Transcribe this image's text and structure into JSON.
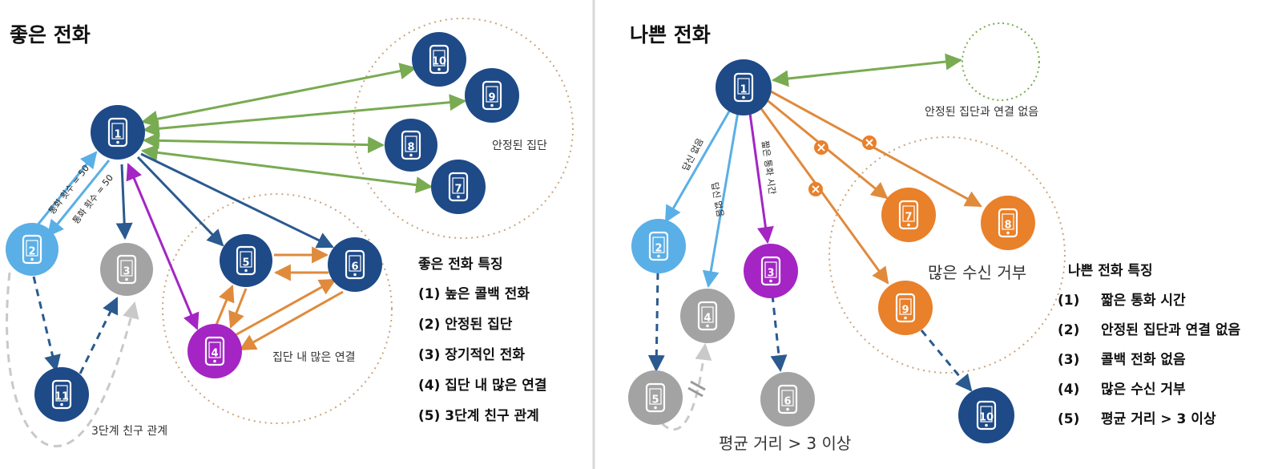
{
  "colors": {
    "navy": "#1e4a87",
    "light_blue": "#5aafe6",
    "gray": "#a3a3a3",
    "purple": "#a425c4",
    "orange": "#e9802a",
    "green_edge": "#79ab52",
    "orange_edge": "#e08a3c",
    "cluster_border": "#c9a57a"
  },
  "good": {
    "title": "좋은 전화",
    "nodes": [
      {
        "id": "1",
        "color": "navy",
        "icon": "phone-icon"
      },
      {
        "id": "2",
        "color": "light_blue",
        "icon": "phone-icon"
      },
      {
        "id": "3",
        "color": "gray",
        "icon": "phone-icon"
      },
      {
        "id": "4",
        "color": "purple",
        "icon": "phone-icon"
      },
      {
        "id": "5",
        "color": "navy",
        "icon": "phone-icon"
      },
      {
        "id": "6",
        "color": "navy",
        "icon": "phone-icon"
      },
      {
        "id": "7",
        "color": "navy",
        "icon": "phone-icon"
      },
      {
        "id": "8",
        "color": "navy",
        "icon": "phone-icon"
      },
      {
        "id": "9",
        "color": "navy",
        "icon": "phone-icon"
      },
      {
        "id": "10",
        "color": "navy",
        "icon": "phone-icon"
      },
      {
        "id": "11",
        "color": "navy",
        "icon": "phone-icon"
      }
    ],
    "edge_label_1": "통화 횟수 = 50",
    "edge_label_2": "통화 횟수 = 50",
    "stable_group_label": "안정된 집단",
    "cluster_label": "집단 내 많은 연결",
    "third_degree_label": "3단계 친구 관계",
    "features_title": "좋은 전화 특징",
    "features": [
      "(1) 높은 콜백 전화",
      "(2) 안정된 집단",
      "(3) 장기적인 전화",
      "(4) 집단 내 많은 연결",
      "(5) 3단계 친구 관계"
    ]
  },
  "bad": {
    "title": "나쁜 전화",
    "nodes": [
      {
        "id": "1",
        "color": "navy",
        "icon": "phone-icon"
      },
      {
        "id": "2",
        "color": "light_blue",
        "icon": "phone-icon"
      },
      {
        "id": "3",
        "color": "purple",
        "icon": "phone-icon"
      },
      {
        "id": "4",
        "color": "gray",
        "icon": "phone-icon"
      },
      {
        "id": "5",
        "color": "gray",
        "icon": "phone-icon"
      },
      {
        "id": "6",
        "color": "gray",
        "icon": "phone-icon"
      },
      {
        "id": "7",
        "color": "orange",
        "icon": "phone-icon"
      },
      {
        "id": "8",
        "color": "orange",
        "icon": "phone-icon"
      },
      {
        "id": "9",
        "color": "orange",
        "icon": "phone-icon"
      },
      {
        "id": "10",
        "color": "navy",
        "icon": "phone-icon"
      }
    ],
    "no_reply_label_1": "답신 없음",
    "no_reply_label_2": "답신 없음",
    "short_call_label": "짧은 통화 시간",
    "no_stable_group_label": "안정된 집단과 연결 없음",
    "many_rejections_label": "많은 수신 거부",
    "avg_distance_label": "평균 거리 > 3 이상",
    "features_title": "나쁜 전화 특징",
    "features": [
      {
        "num": "(1)",
        "text": "짧은 통화 시간"
      },
      {
        "num": "(2)",
        "text": "안정된 집단과 연결 없음"
      },
      {
        "num": "(3)",
        "text": "콜백 전화 없음"
      },
      {
        "num": "(4)",
        "text": "많은 수신 거부"
      },
      {
        "num": "(5)",
        "text": "평균 거리 > 3 이상"
      }
    ]
  }
}
